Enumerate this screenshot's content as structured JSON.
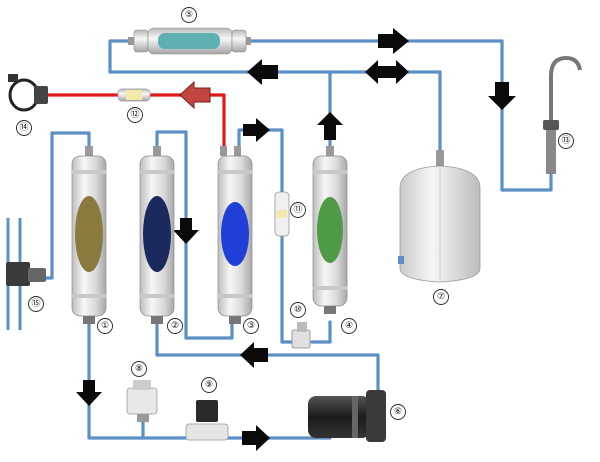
{
  "colors": {
    "pipe": "#5b8fc6",
    "pipe_product": "#e01818",
    "arrow": "#0a0a0a",
    "arrow_product": "#c0463f",
    "housing": "#e3e3e3",
    "filter_1_media": "#8a7a3e",
    "filter_2_media": "#1b2a5c",
    "filter_3_media": "#1f3fd6",
    "filter_4_media": "#4f9a46",
    "filter_5_media": "#5fb0b0",
    "pump_body": "#2a2a2a",
    "tank": "#e8e8e8"
  },
  "labels": {
    "n1": "①",
    "n2": "②",
    "n3": "③",
    "n4": "④",
    "n5": "⑤",
    "n6": "⑥",
    "n7": "⑦",
    "n8": "⑧",
    "n9": "⑨",
    "n10": "⑩",
    "n11": "⑪",
    "n12": "⑫",
    "n13": "⑬",
    "n14": "⑭",
    "n15": "⑮"
  },
  "icons": {
    "filter": "filter-cartridge-icon",
    "tank": "storage-tank-icon",
    "pump": "booster-pump-icon",
    "valve": "solenoid-valve-icon",
    "faucet": "faucet-icon",
    "arrow": "flow-arrow-icon"
  }
}
